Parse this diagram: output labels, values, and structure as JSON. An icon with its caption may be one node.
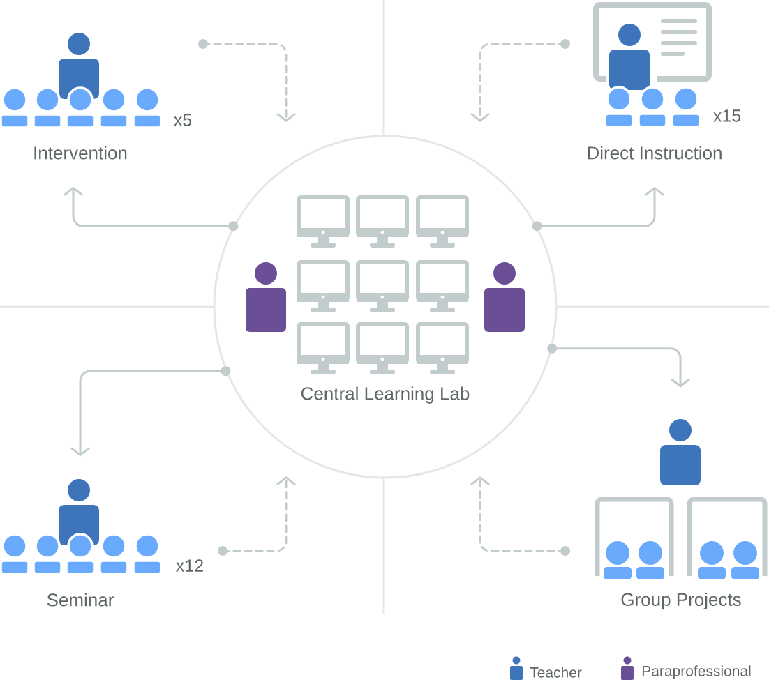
{
  "diagram": {
    "nodes": [
      {
        "text": [
          "Central Learning Lab"
        ]
      },
      {
        "text": [
          "Intervention"
        ],
        "beside": [
          "x5"
        ]
      },
      {
        "text": [
          "Direct Instruction"
        ],
        "beside": [
          "x15"
        ]
      },
      {
        "text": [
          "Seminar"
        ],
        "beside": [
          "x12"
        ]
      },
      {
        "text": [
          "Group Projects"
        ]
      }
    ],
    "edges": [
      {
        "from": 0,
        "to": 1,
        "arrow": "to"
      },
      {
        "from": 0,
        "to": 2,
        "arrow": "to"
      },
      {
        "from": 0,
        "to": 3,
        "arrow": "to"
      },
      {
        "from": 0,
        "to": 4,
        "arrow": "to"
      },
      {
        "from": 1,
        "to": 0,
        "arrow": "to",
        "style": "dashed"
      },
      {
        "from": 2,
        "to": 0,
        "arrow": "to",
        "style": "dashed"
      },
      {
        "from": 3,
        "to": 0,
        "arrow": "to",
        "style": "dashed"
      },
      {
        "from": 4,
        "to": 0,
        "arrow": "to",
        "style": "dashed"
      }
    ],
    "legend": [
      {
        "text": "Teacher",
        "color": "#3d74ba"
      },
      {
        "text": "Paraprofessional",
        "color": "#6a4f96"
      }
    ]
  }
}
